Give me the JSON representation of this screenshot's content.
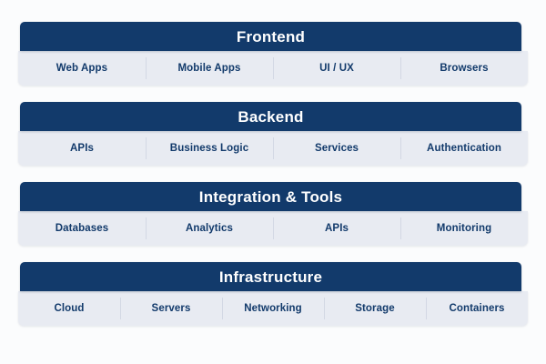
{
  "diagram": {
    "name": "technology-stack-layers",
    "background_color": "#fbfcfd",
    "header_color": "#123a6b",
    "header_text_color": "#ffffff",
    "body_color": "#e8ebf2",
    "body_text_color": "#123a6b",
    "divider_color": "#d3d8e4",
    "layers": [
      {
        "title": "Frontend",
        "items": [
          {
            "label": "Web Apps"
          },
          {
            "label": "Mobile Apps"
          },
          {
            "label": "UI / UX"
          },
          {
            "label": "Browsers"
          }
        ]
      },
      {
        "title": "Backend",
        "items": [
          {
            "label": "APIs"
          },
          {
            "label": "Business Logic"
          },
          {
            "label": "Services"
          },
          {
            "label": "Authentication"
          }
        ]
      },
      {
        "title": "Integration & Tools",
        "items": [
          {
            "label": "Databases"
          },
          {
            "label": "Analytics"
          },
          {
            "label": "APIs"
          },
          {
            "label": "Monitoring"
          }
        ]
      },
      {
        "title": "Infrastructure",
        "items": [
          {
            "label": "Cloud"
          },
          {
            "label": "Servers"
          },
          {
            "label": "Networking"
          },
          {
            "label": "Storage"
          },
          {
            "label": "Containers"
          }
        ]
      }
    ]
  }
}
